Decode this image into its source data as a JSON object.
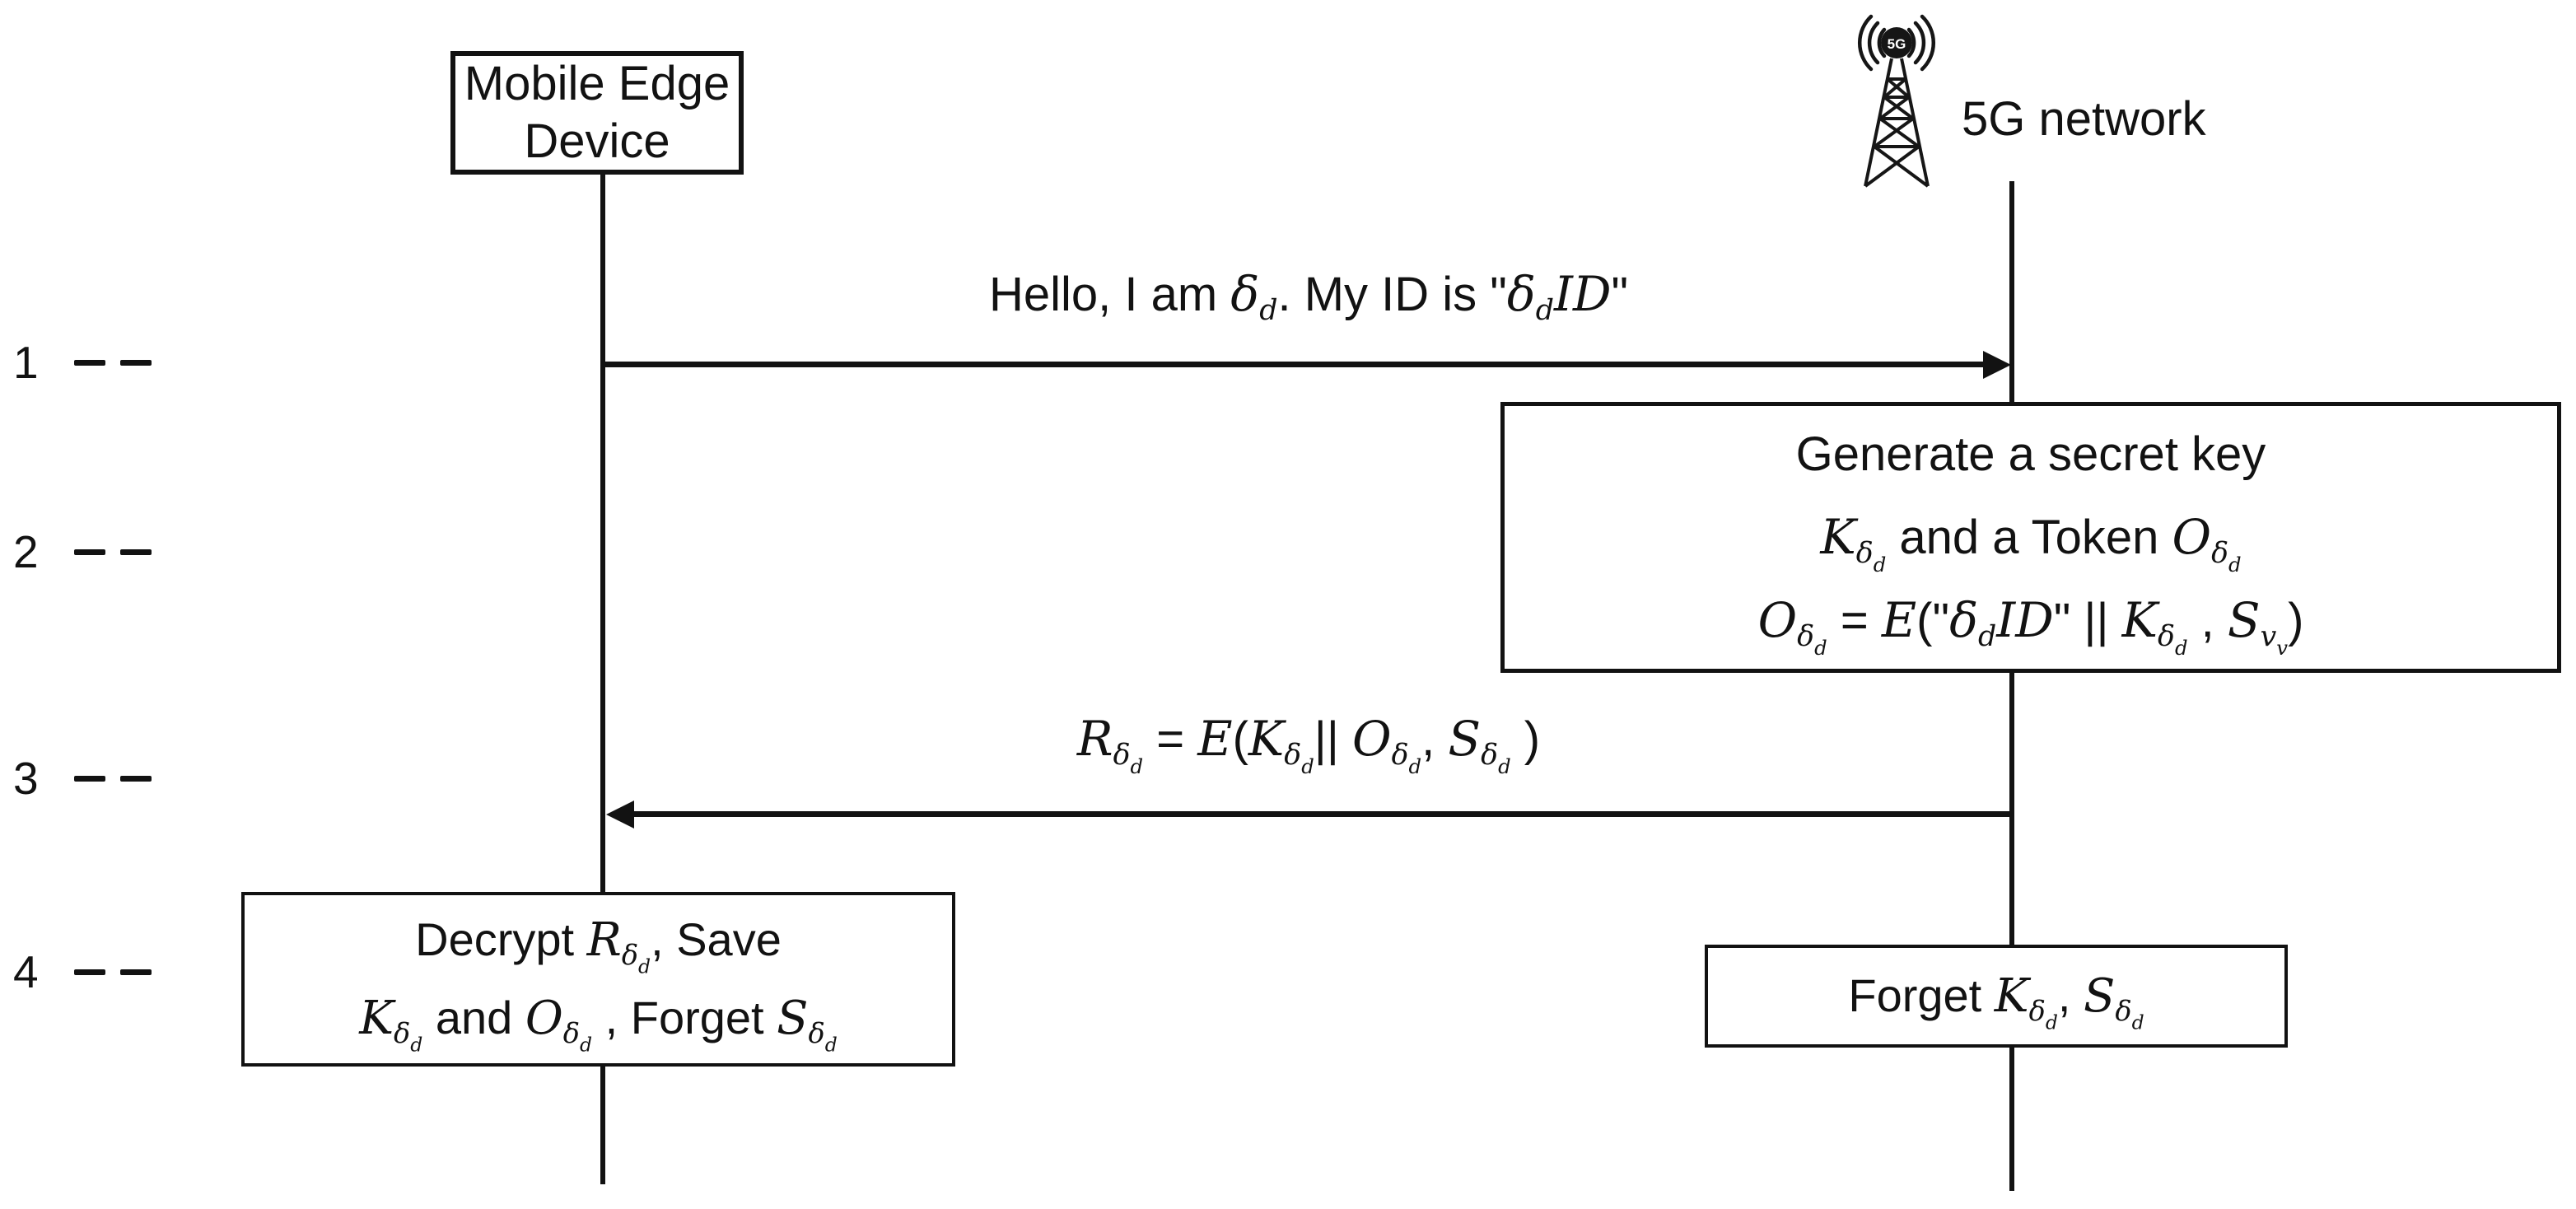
{
  "diagram": {
    "colors": {
      "ink": "#121212",
      "background": "#ffffff"
    },
    "actors": {
      "mobile": {
        "label": "Mobile Edge Device"
      },
      "network": {
        "label": "5G network",
        "tower_badge": "5G"
      }
    },
    "steps": [
      {
        "number": "1"
      },
      {
        "number": "2"
      },
      {
        "number": "3"
      },
      {
        "number": "4"
      }
    ],
    "messages": {
      "msg1": "Hello, I am *δ_{d}*. My ID is \"*δ_{d}ID*\"",
      "msg2": "*R_{δ_{d}}* = *E*(*K_{δ_{d}}*|| *O_{δ_{d}}*, *S_{δ_{d}}* )"
    },
    "boxes": {
      "generate": {
        "lines": [
          "Generate a secret key",
          "*K_{δ_{d}}* and a Token  *O_{δ_{d}}*",
          "*O_{δ_{d}}* = *E*(\"*δ_{d}ID*\" || *K_{δ_{d}}* , *S_{v_{v}}*)"
        ]
      },
      "decrypt": {
        "lines": [
          "Decrypt *R_{δ_{d}}*, Save",
          "*K_{δ_{d}}* and *O_{δ_{d}}* , Forget *S_{δ_{d}}*"
        ]
      },
      "forget": {
        "lines": [
          "Forget  *K_{δ_{d}}*,  *S_{δ_{d}}*"
        ]
      }
    }
  }
}
